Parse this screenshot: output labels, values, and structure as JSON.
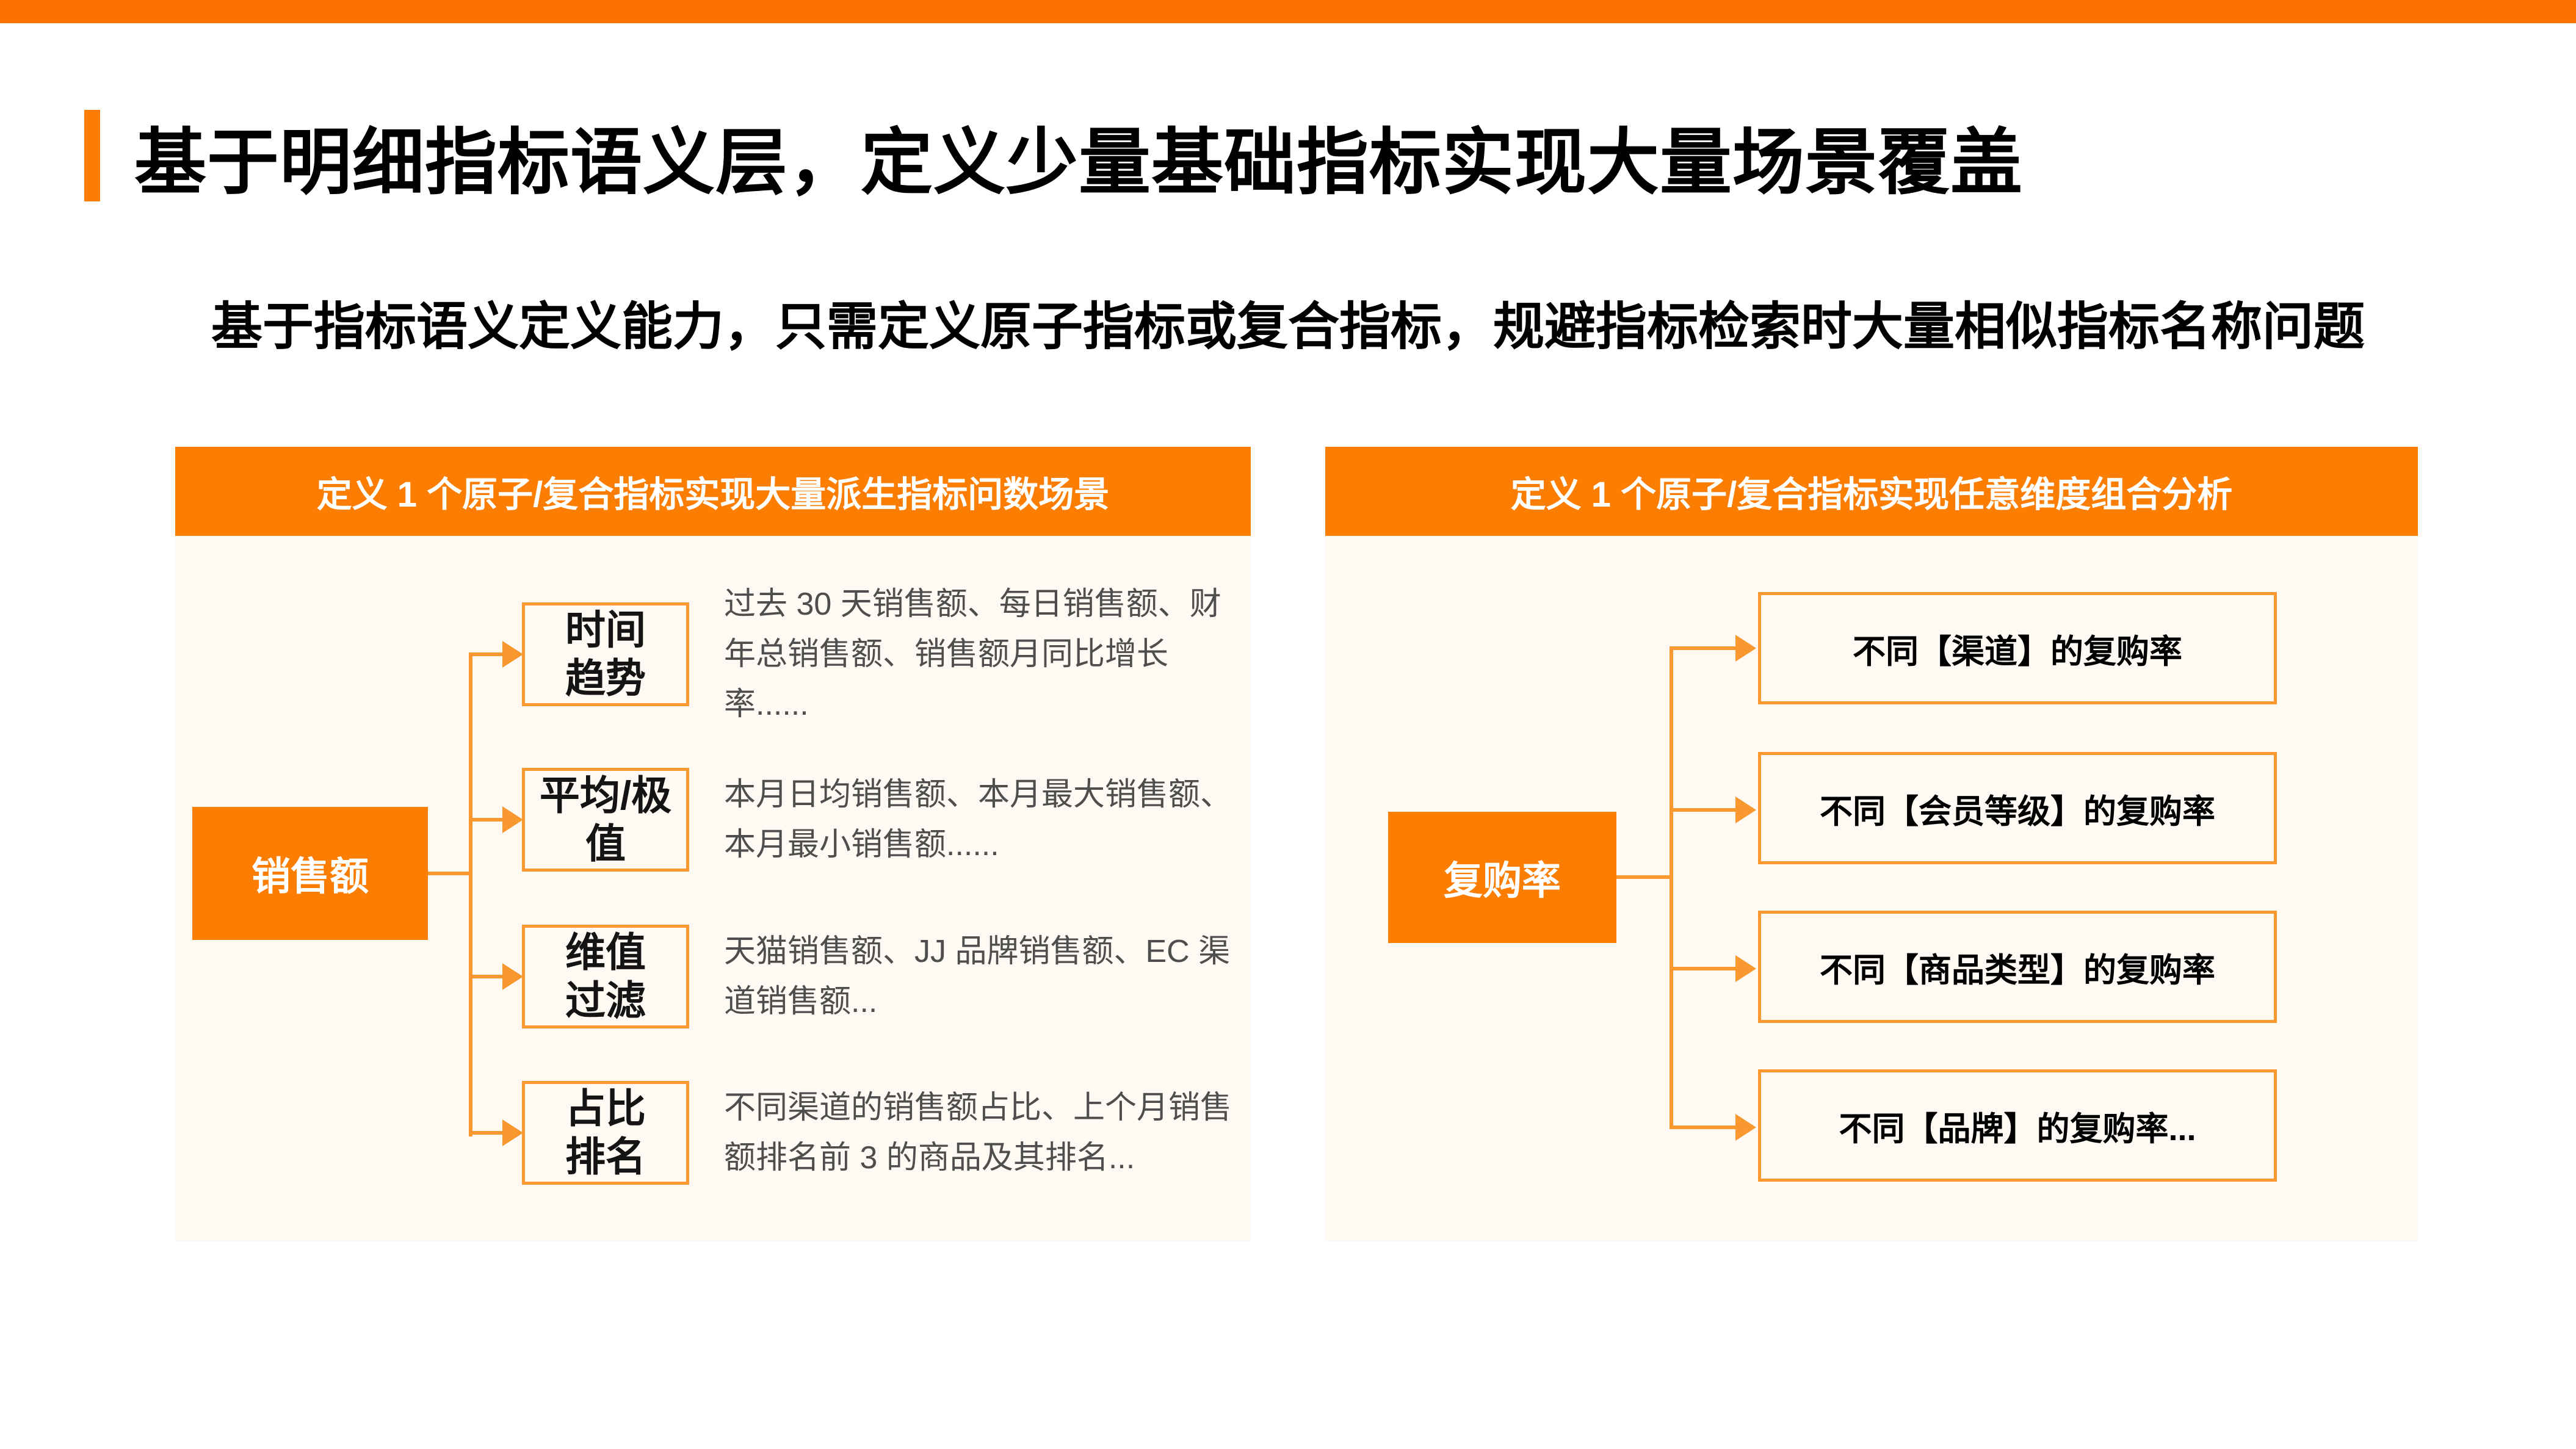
{
  "slide": {
    "title": "基于明细指标语义层，定义少量基础指标实现大量场景覆盖",
    "subtitle": "基于指标语义定义能力，只需定义原子指标或复合指标，规避指标检索时大量相似指标名称问题"
  },
  "colors": {
    "brand_orange": "#fb7d01",
    "top_bar_orange": "#fb7100",
    "connector_orange": "#f8982f",
    "panel_background": "#fef9f3",
    "description_gray": "#4e4e4e",
    "title_black": "#000000"
  },
  "icons": {
    "arrow_right": "triangle-right"
  },
  "left_panel": {
    "header": "定义 1 个原子/复合指标实现大量派生指标问数场景",
    "source_metric": "销售额",
    "rows": [
      {
        "label": "时间\n趋势",
        "desc": "过去 30 天销售额、每日销售额、财年总销售额、销售额月同比增长率......"
      },
      {
        "label": "平均/极\n值",
        "desc": "本月日均销售额、本月最大销售额、本月最小销售额......"
      },
      {
        "label": "维值\n过滤",
        "desc": "天猫销售额、JJ 品牌销售额、EC 渠道销售额..."
      },
      {
        "label": "占比\n排名",
        "desc": "不同渠道的销售额占比、上个月销售额排名前 3 的商品及其排名..."
      }
    ]
  },
  "right_panel": {
    "header": "定义 1 个原子/复合指标实现任意维度组合分析",
    "source_metric": "复购率",
    "rows": [
      {
        "label": "不同【渠道】的复购率"
      },
      {
        "label": "不同【会员等级】的复购率"
      },
      {
        "label": "不同【商品类型】的复购率"
      },
      {
        "label": "不同【品牌】的复购率..."
      }
    ]
  }
}
